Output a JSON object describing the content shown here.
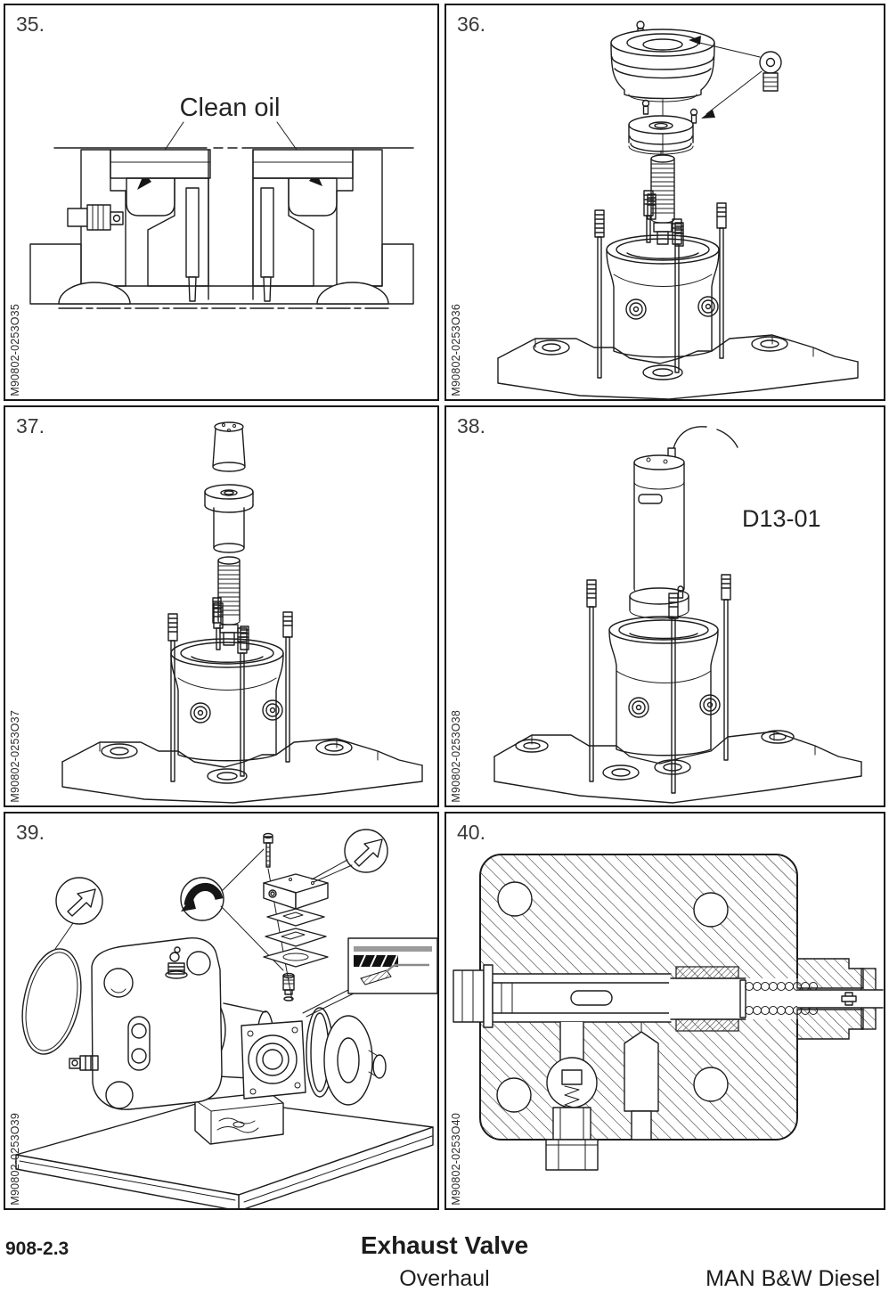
{
  "panels": [
    {
      "number": "35.",
      "code": "M90802-0253O35",
      "label": "Clean oil"
    },
    {
      "number": "36.",
      "code": "M90802-0253O36"
    },
    {
      "number": "37.",
      "code": "M90802-0253O37"
    },
    {
      "number": "38.",
      "code": "M90802-0253O38",
      "label": "D13-01"
    },
    {
      "number": "39.",
      "code": "M90802-0253O39"
    },
    {
      "number": "40.",
      "code": "M90802-0253O40"
    }
  ],
  "footer": {
    "section": "908-2.3",
    "title": "Exhaust Valve",
    "subtitle": "Overhaul",
    "brand": "MAN B&W Diesel"
  },
  "colors": {
    "line": "#1c1c1c",
    "text": "#231f20",
    "inset_gray": "#9b9b9b",
    "background": "#ffffff"
  }
}
